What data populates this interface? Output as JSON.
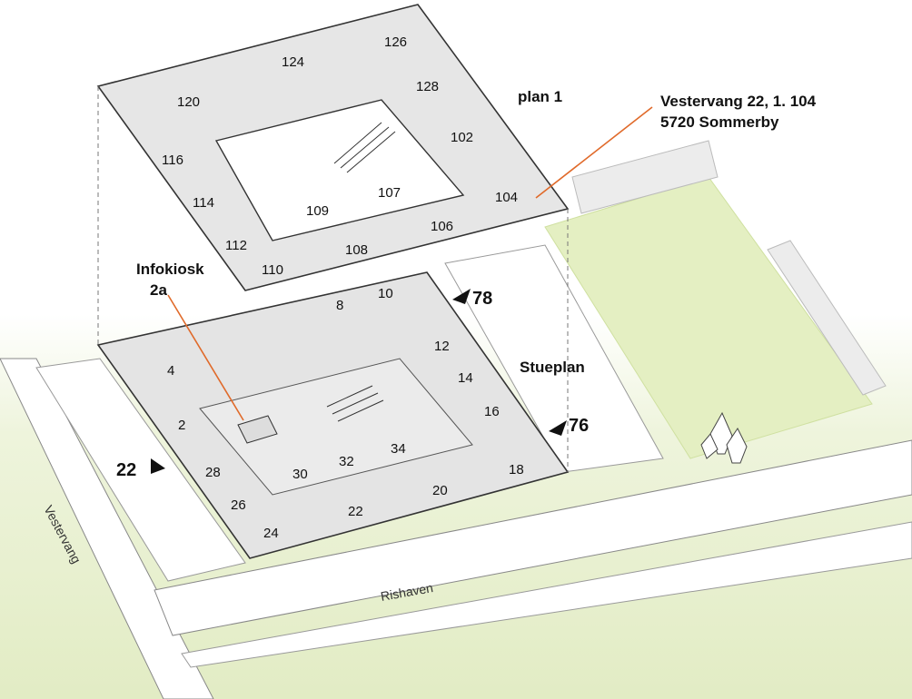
{
  "floor_labels": {
    "upper": "plan 1",
    "ground": "Stueplan"
  },
  "address": {
    "line1": "Vestervang 22, 1. 104",
    "line2": "5720 Sommerby"
  },
  "infokiosk": {
    "line1": "Infokiosk",
    "line2": "2a"
  },
  "streets": {
    "vertical": "Vestervang",
    "horizontal": "Rishaven"
  },
  "entrances": {
    "left": "22",
    "top_right": "78",
    "right": "76"
  },
  "upper_units": [
    "120",
    "124",
    "126",
    "128",
    "102",
    "104",
    "116",
    "114",
    "112",
    "110",
    "108",
    "106",
    "109",
    "107"
  ],
  "ground_units": [
    "8",
    "10",
    "12",
    "14",
    "16",
    "18",
    "20",
    "22",
    "24",
    "26",
    "28",
    "30",
    "32",
    "34",
    "2",
    "4"
  ],
  "colors": {
    "grass": "#e6efc9",
    "floor": "#e4e4e4",
    "walls": "#d8d8d8",
    "callout": "#e06a2a",
    "road": "#ffffff"
  }
}
